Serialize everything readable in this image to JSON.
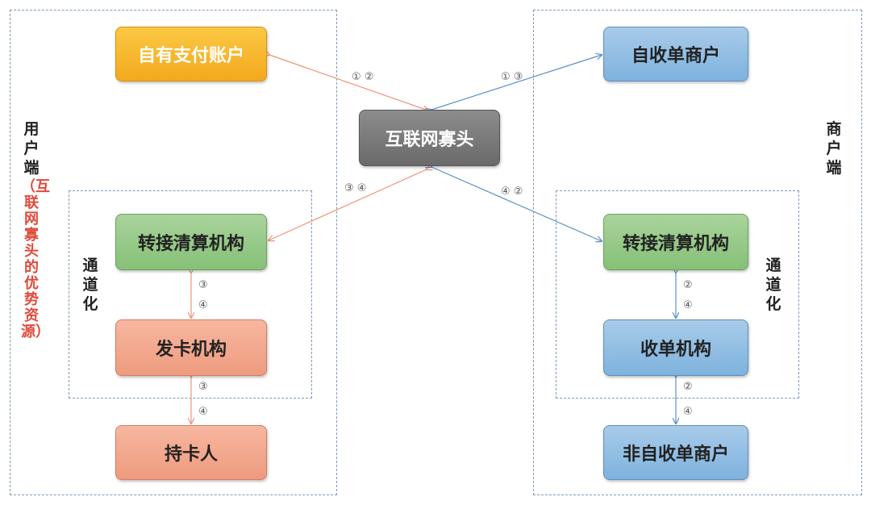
{
  "left_side": {
    "label": "用户端",
    "sub_label": "（互联网寡头的优势资源）",
    "channel_label": "通道化",
    "own_account": "自有支付账户",
    "clearing": "转接清算机构",
    "issuer": "发卡机构",
    "cardholder": "持卡人"
  },
  "center": {
    "oligarch": "互联网寡头"
  },
  "right_side": {
    "label": "商户端",
    "channel_label": "通道化",
    "self_merchant": "自收单商户",
    "clearing": "转接清算机构",
    "acquirer": "收单机构",
    "non_self_merchant": "非自收单商户"
  },
  "step_labels": {
    "own_account_link": "① ②",
    "self_merchant_link": "① ③",
    "left_clearing_link": "③ ④",
    "right_clearing_link": "④ ②",
    "left_clearing_issuer": [
      "③",
      "④"
    ],
    "issuer_cardholder": [
      "③",
      "④"
    ],
    "right_clearing_acquirer": [
      "②",
      "④"
    ],
    "acquirer_merchant": [
      "②",
      "④"
    ]
  },
  "colors": {
    "left_arrow": "#f0937a",
    "right_arrow": "#5b8fc7",
    "dashed_border": "#7f9ab5",
    "highlight_text": "#e04a3a"
  }
}
